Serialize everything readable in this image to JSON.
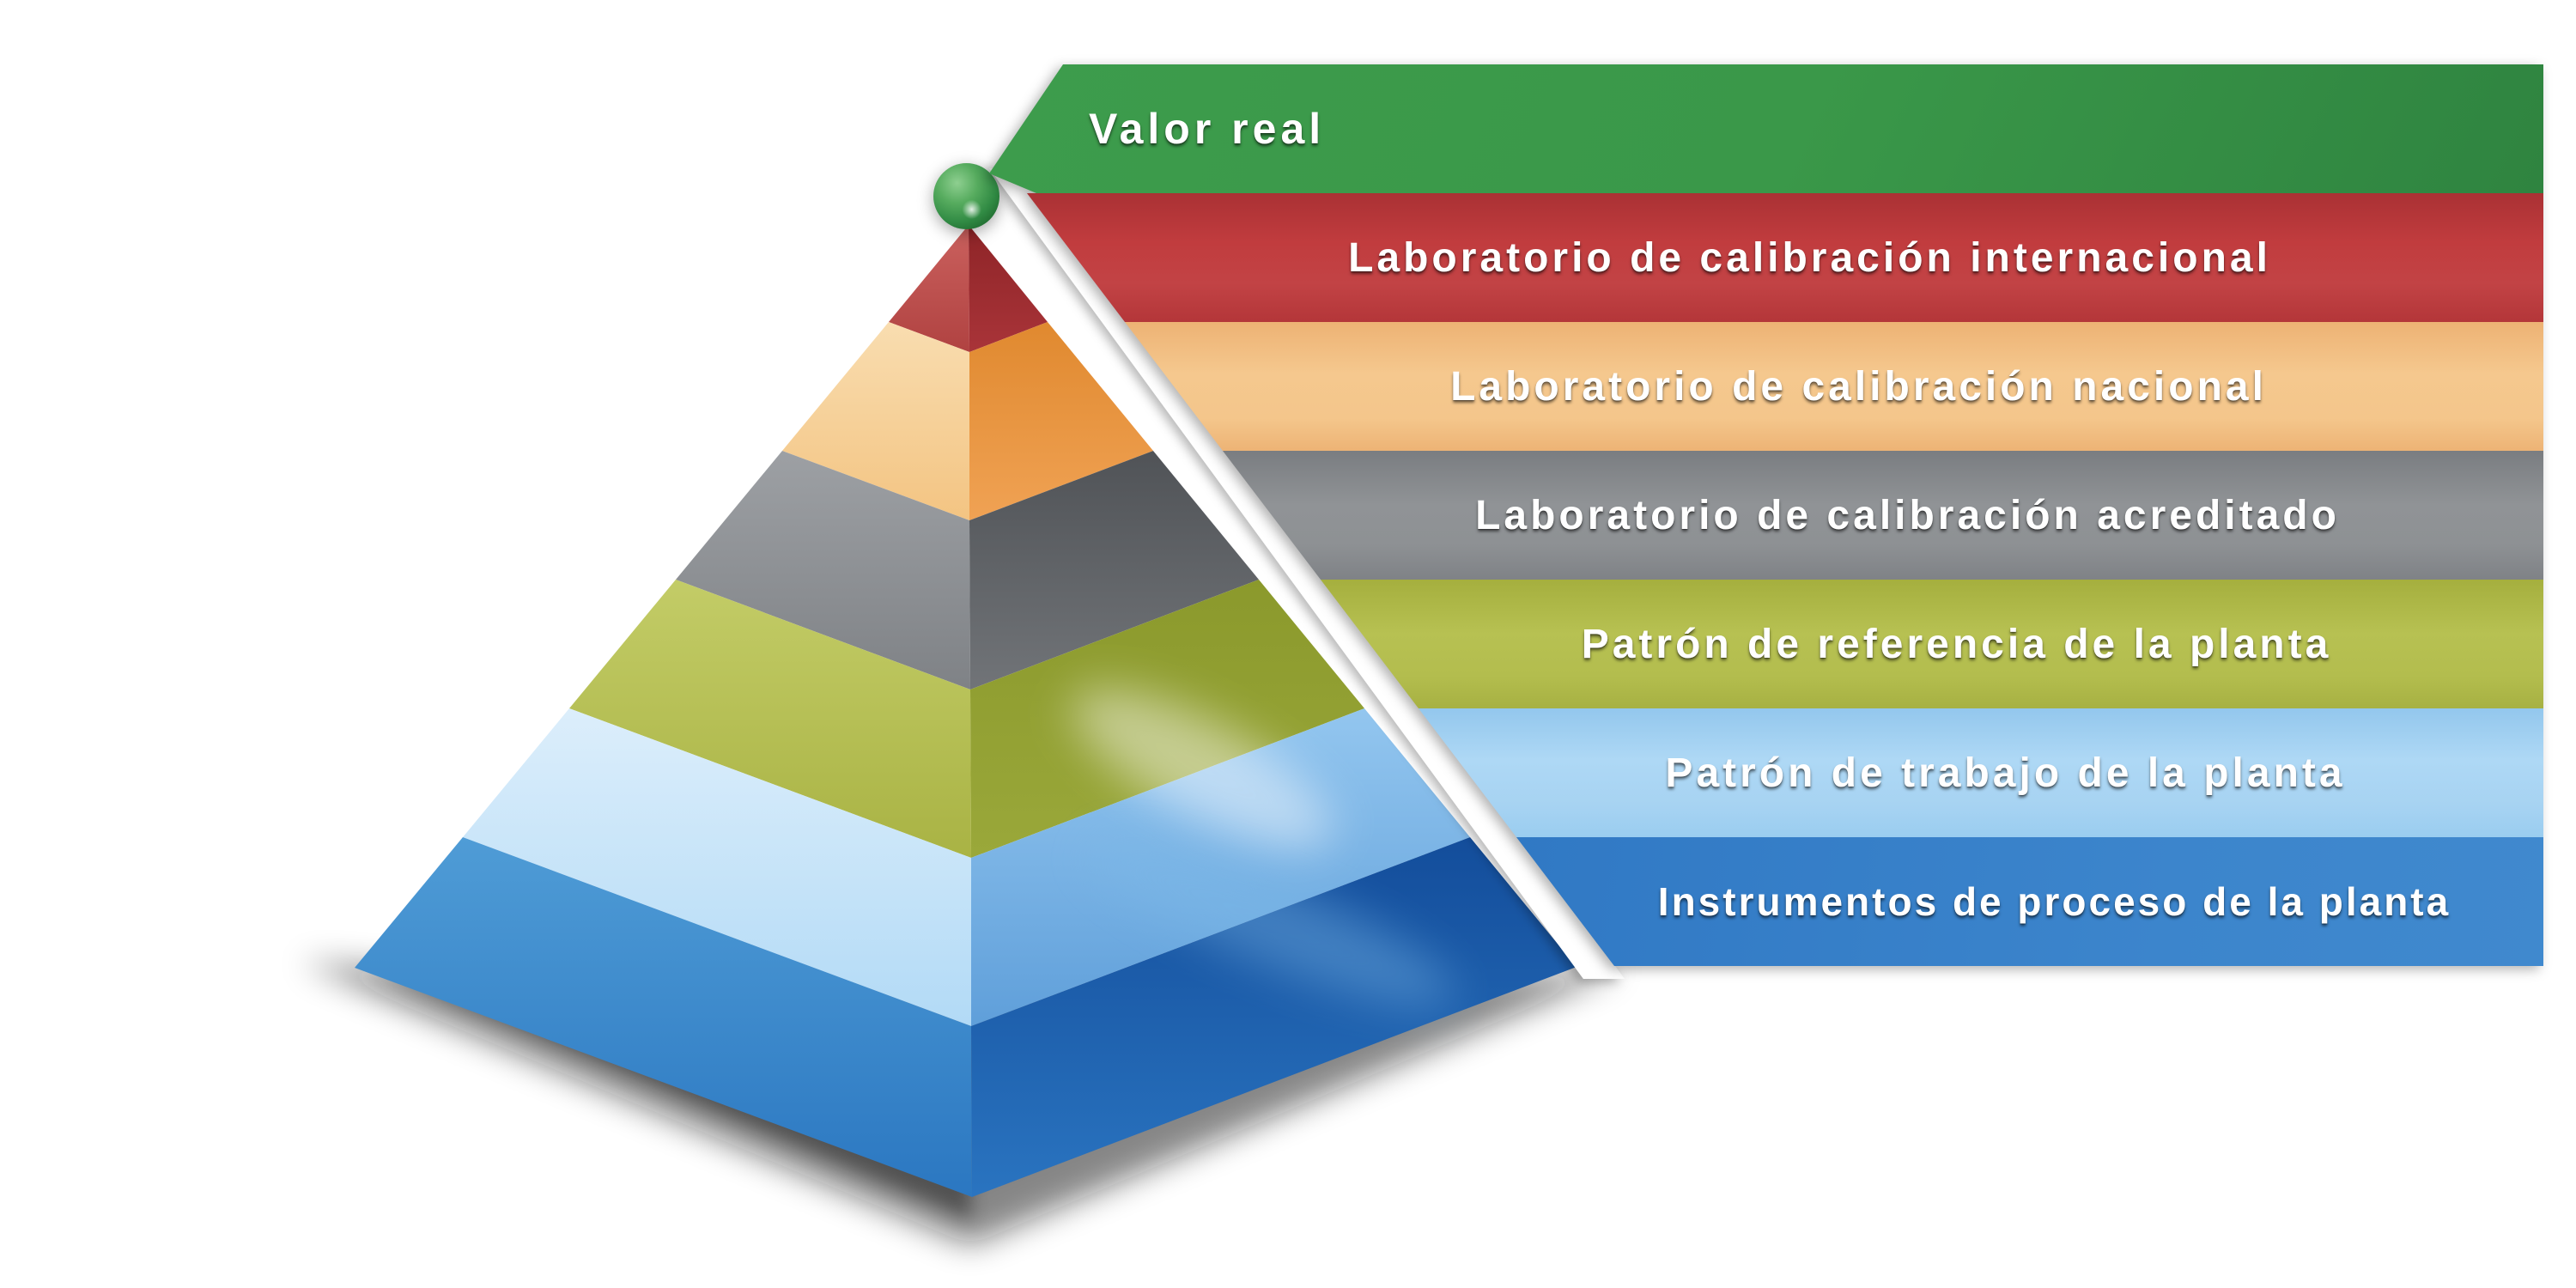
{
  "diagram": {
    "type": "3d-pyramid-with-bands",
    "description_language": "es",
    "background_color": "#ffffff",
    "text_color": "#ffffff",
    "apex_marker": {
      "shape": "sphere",
      "color": "#3f9b4f"
    },
    "levels": [
      {
        "label": "Valor real",
        "band_color": "#3c9c4c",
        "pyramid_color": "#3f9b4f"
      },
      {
        "label": "Laboratorio de calibración internacional",
        "band_color": "#c13c3e",
        "pyramid_color": "#ad3a3c"
      },
      {
        "label": "Laboratorio de calibración nacional",
        "band_color": "#f5c88e",
        "pyramid_color": "#f0b671"
      },
      {
        "label": "Laboratorio de calibración acreditado",
        "band_color": "#909396",
        "pyramid_color": "#7d8084"
      },
      {
        "label": "Patrón de referencia de la planta",
        "band_color": "#b7c152",
        "pyramid_color": "#a7b244"
      },
      {
        "label": "Patrón de trabajo de la planta",
        "band_color": "#aed8f5",
        "pyramid_color": "#9ccbf0"
      },
      {
        "label": "Instrumentos de proceso de la planta",
        "band_color": "#2a72c0",
        "pyramid_color": "#2f7ac3"
      }
    ]
  }
}
